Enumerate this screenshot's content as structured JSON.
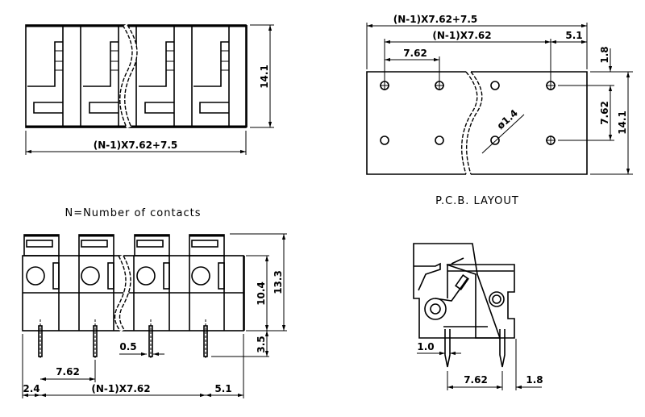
{
  "top_view": {
    "width_dim": "(N-1)X7.62+7.5",
    "height_dim": "14.1"
  },
  "pcb_layout": {
    "caption": "P.C.B. LAYOUT",
    "overall_dim": "(N-1)X7.62+7.5",
    "span_dim": "(N-1)X7.62",
    "end_dim": "5.1",
    "pitch_dim": "7.62",
    "edge_dim": "1.8",
    "row_pitch_dim": "7.62",
    "height_dim": "14.1",
    "hole_dim": "ø1.4"
  },
  "front_view": {
    "note": "N=Number of contacts",
    "body_height_dim": "10.4",
    "total_height_dim": "13.3",
    "pin_length_dim": "3.5",
    "pin_width_dim": "0.5",
    "pitch_dim": "7.62",
    "left_offset_dim": "2.4",
    "span_dim": "(N-1)X7.62",
    "right_offset_dim": "5.1"
  },
  "side_view": {
    "pin_width_dim": "1.0",
    "pitch_dim": "7.62",
    "edge_dim": "1.8"
  }
}
